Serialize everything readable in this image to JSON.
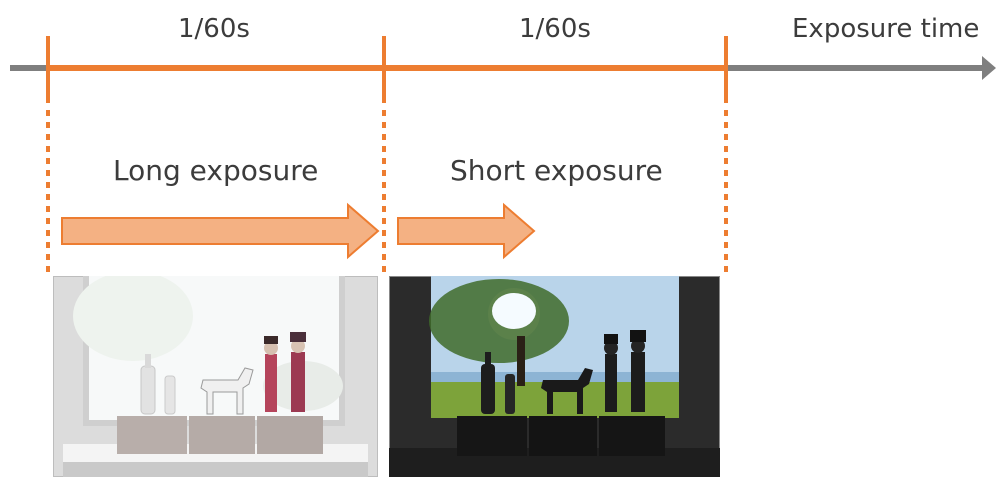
{
  "timeline": {
    "axis_label": "Exposure time",
    "intervals": [
      {
        "label": "1/60s"
      },
      {
        "label": "1/60s"
      }
    ]
  },
  "exposures": [
    {
      "label": "Long exposure",
      "arrow_extent": 1.0
    },
    {
      "label": "Short exposure",
      "arrow_extent": 0.4
    }
  ],
  "colors": {
    "axis": "#7f7f7f",
    "frame": "#ed7d31",
    "arrow_fill": "#f4b183",
    "text": "#3c3c3c"
  },
  "photos": [
    {
      "name": "long-exposure-photo",
      "description_icon": "bright-windowsill-photo"
    },
    {
      "name": "short-exposure-photo",
      "description_icon": "dark-windowsill-photo"
    }
  ]
}
